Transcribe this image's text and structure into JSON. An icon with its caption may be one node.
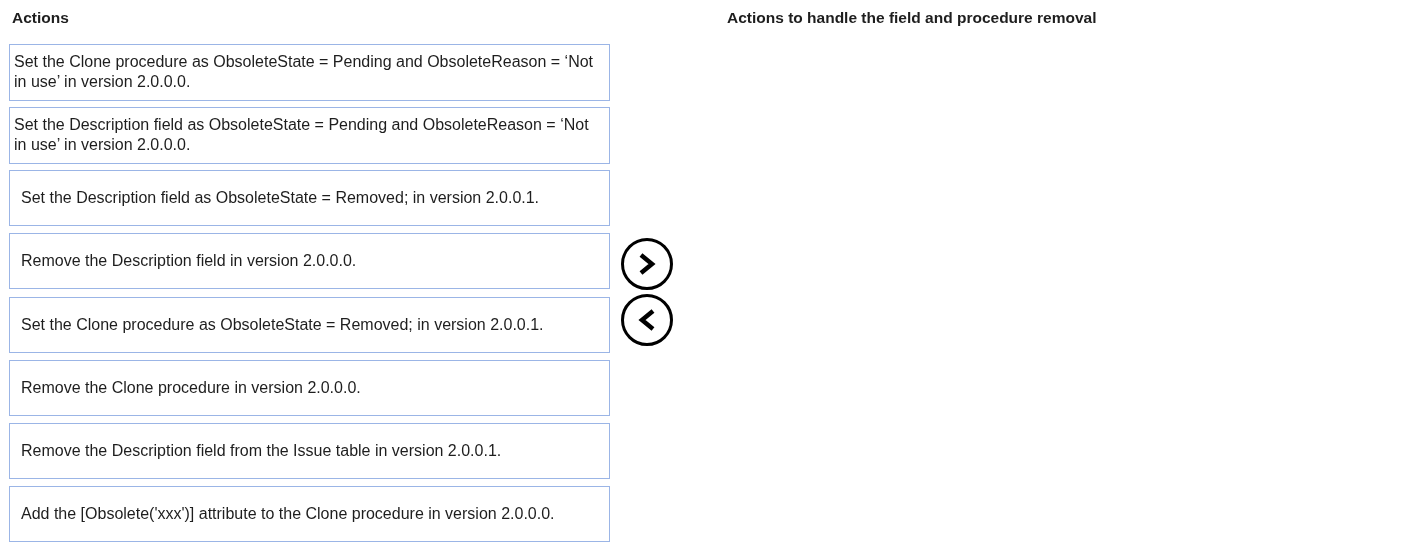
{
  "diagram": {
    "nodes": [
      {
        "text": [
          "Set the Clone procedure as ObsoleteState = Pending and ObsoleteReason = ‘Not in use’ in version 2.0.0.0."
        ]
      },
      {
        "text": [
          "Set the Description field as ObsoleteState = Pending and ObsoleteReason = ‘Not in use’ in version 2.0.0.0."
        ]
      },
      {
        "text": [
          "Set the Description field as ObsoleteState = Removed; in version 2.0.0.1."
        ]
      },
      {
        "text": [
          "Remove the Description field in version 2.0.0.0."
        ]
      },
      {
        "text": [
          "Set the Clone procedure as ObsoleteState = Removed; in version 2.0.0.1."
        ]
      },
      {
        "text": [
          "Remove the Clone procedure in version 2.0.0.0."
        ]
      },
      {
        "text": [
          "Remove the Description field from the Issue table in version 2.0.0.1."
        ]
      },
      {
        "text": [
          "Add the [Obsolete('xxx')] attribute to the Clone procedure in version 2.0.0.0."
        ]
      }
    ],
    "labels": [
      "Actions",
      "Actions to handle the field and procedure removal"
    ]
  }
}
